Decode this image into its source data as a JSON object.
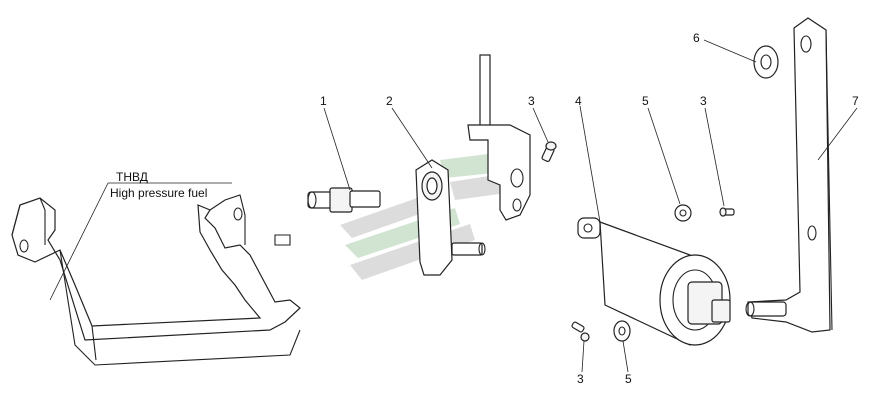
{
  "caption": {
    "line1": "ТНВД",
    "line2": "High pressure fuel"
  },
  "callouts": [
    {
      "id": "c1",
      "text": "1"
    },
    {
      "id": "c2",
      "text": "2"
    },
    {
      "id": "c3a",
      "text": "3"
    },
    {
      "id": "c4",
      "text": "4"
    },
    {
      "id": "c5a",
      "text": "5"
    },
    {
      "id": "c3b",
      "text": "3"
    },
    {
      "id": "c6",
      "text": "6"
    },
    {
      "id": "c7",
      "text": "7"
    },
    {
      "id": "c3c",
      "text": "3"
    },
    {
      "id": "c5b",
      "text": "5"
    }
  ],
  "colors": {
    "line": "#222222",
    "watermark_gray": "#cfcfcf",
    "watermark_green": "#bcd9bc"
  }
}
